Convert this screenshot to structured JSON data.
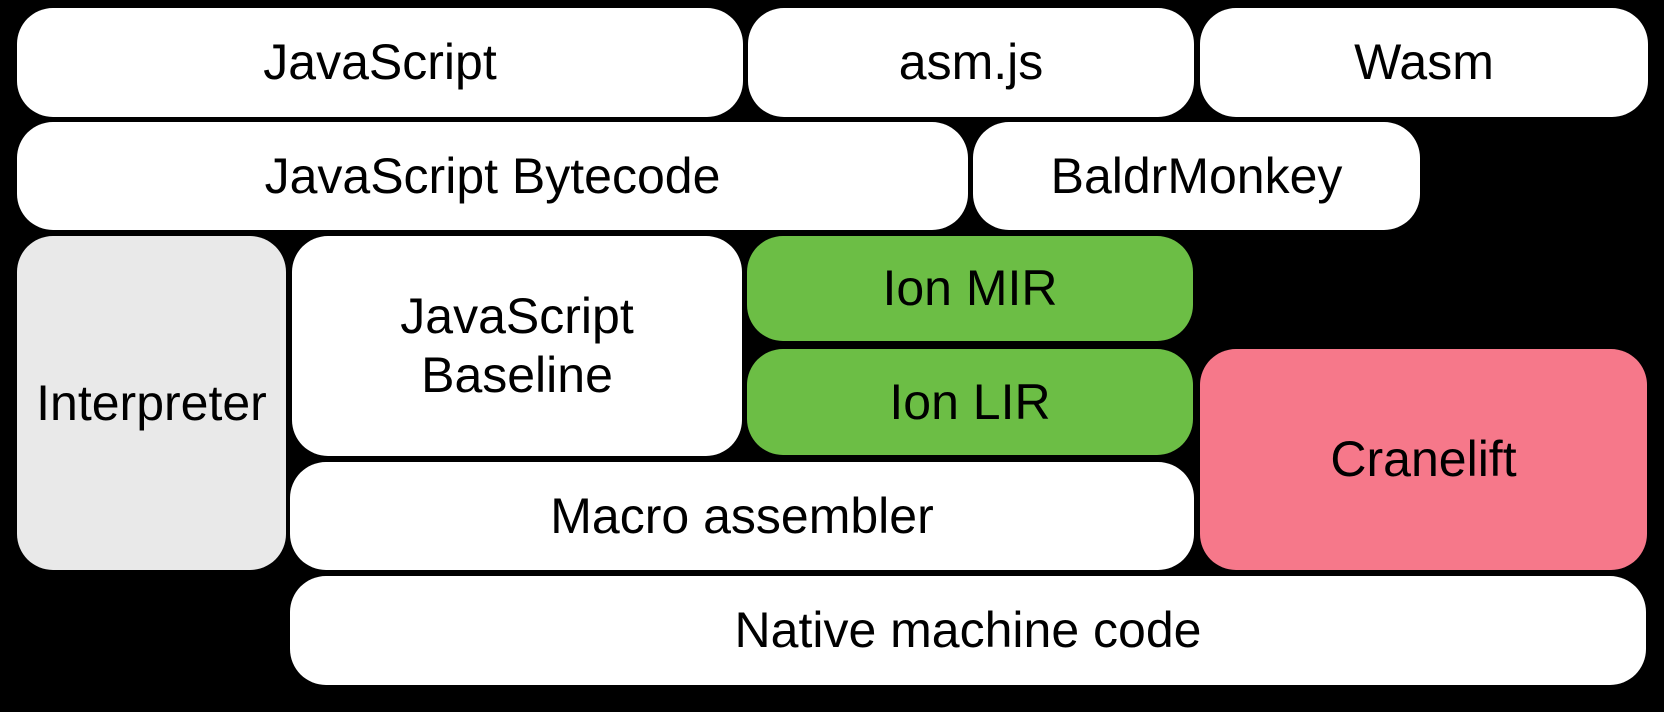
{
  "diagram": {
    "background_color": "#000000",
    "text_color": "#000000",
    "palette": {
      "white": "#FFFFFF",
      "gray": "#E9E9E9",
      "green": "#6CBE45",
      "pink": "#F6788A"
    },
    "boxes": [
      {
        "id": "javascript",
        "label": "JavaScript",
        "fill": "#FFFFFF"
      },
      {
        "id": "asmjs",
        "label": "asm.js",
        "fill": "#FFFFFF"
      },
      {
        "id": "wasm",
        "label": "Wasm",
        "fill": "#FFFFFF"
      },
      {
        "id": "javascript-bytecode",
        "label": "JavaScript Bytecode",
        "fill": "#FFFFFF"
      },
      {
        "id": "baldrmonkey",
        "label": "BaldrMonkey",
        "fill": "#FFFFFF"
      },
      {
        "id": "interpreter",
        "label": "Interpreter",
        "fill": "#E9E9E9"
      },
      {
        "id": "javascript-baseline",
        "label": "JavaScript\nBaseline",
        "fill": "#FFFFFF"
      },
      {
        "id": "ion-mir",
        "label": "Ion MIR",
        "fill": "#6CBE45"
      },
      {
        "id": "ion-lir",
        "label": "Ion LIR",
        "fill": "#6CBE45"
      },
      {
        "id": "cranelift",
        "label": "Cranelift",
        "fill": "#F6788A"
      },
      {
        "id": "macro-assembler",
        "label": "Macro assembler",
        "fill": "#FFFFFF"
      },
      {
        "id": "native-machine-code",
        "label": "Native machine code",
        "fill": "#FFFFFF"
      }
    ]
  }
}
